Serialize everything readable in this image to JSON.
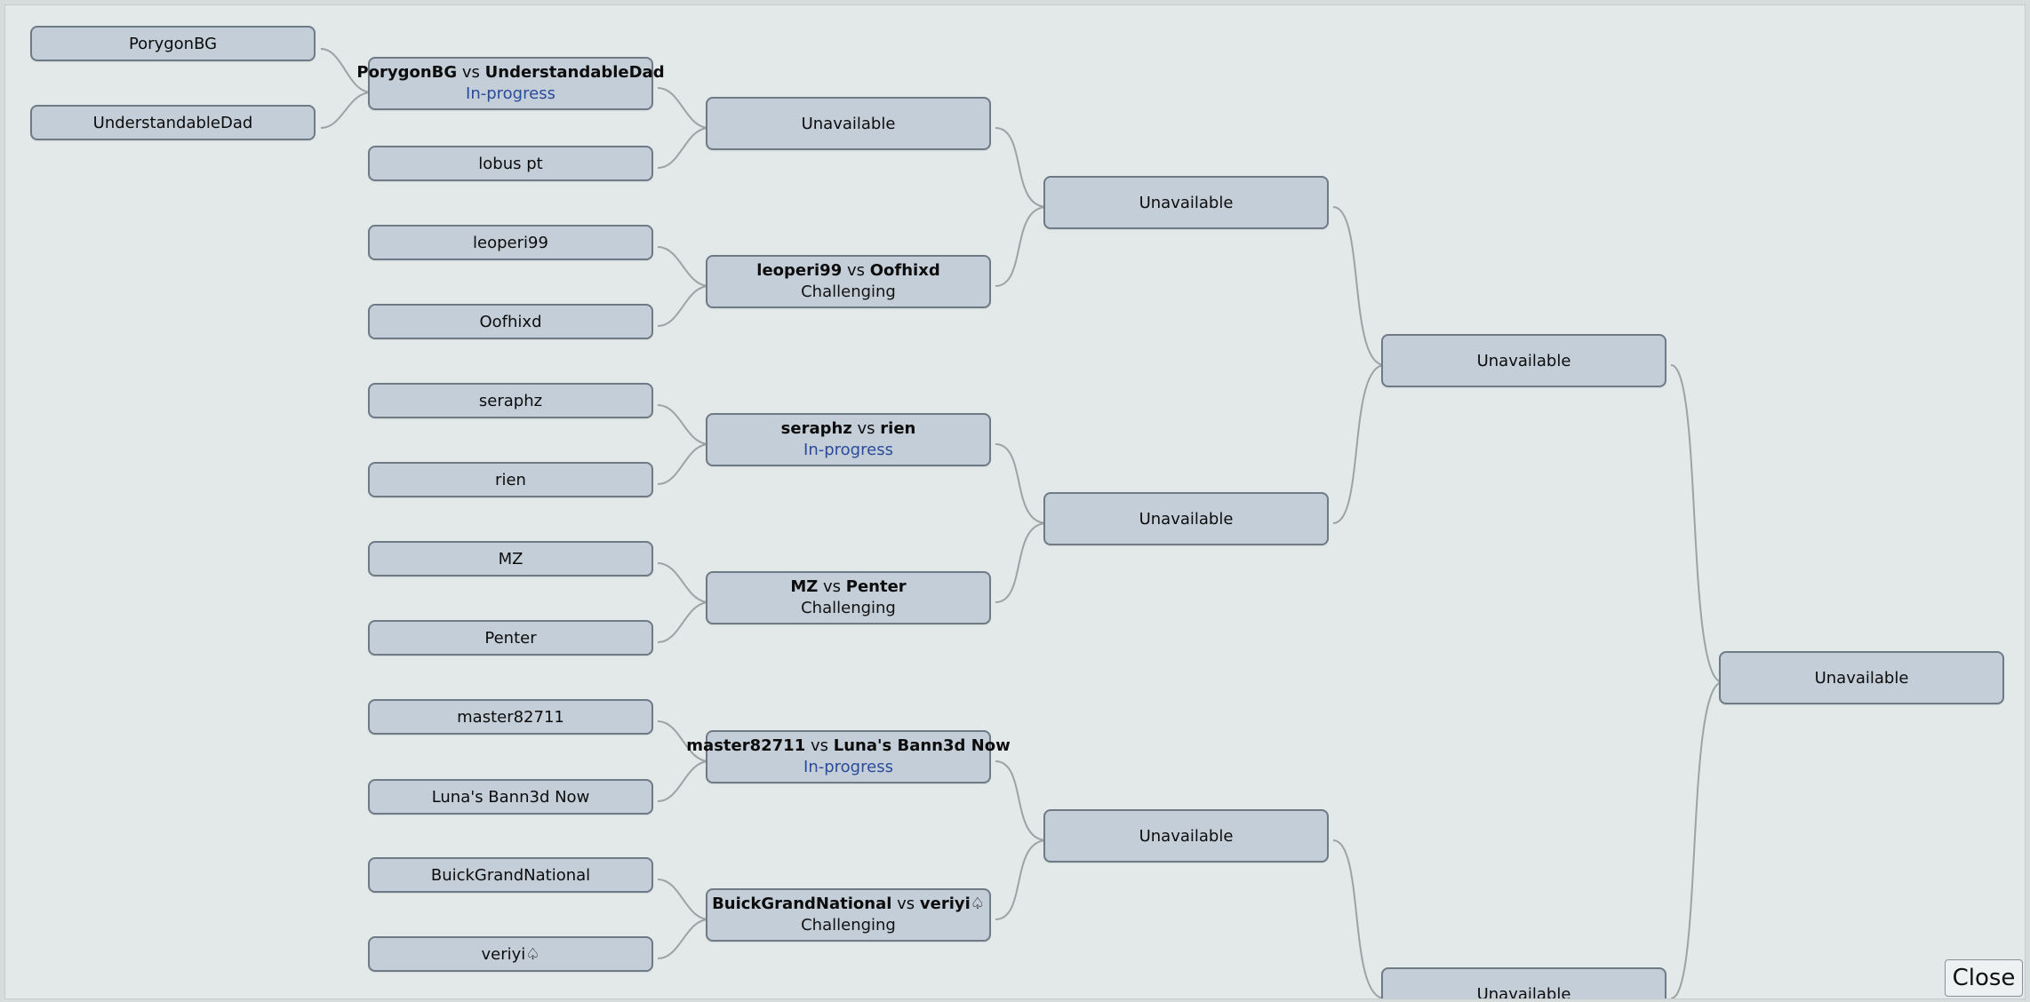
{
  "bracket": {
    "round1": [
      {
        "label": "PorygonBG"
      },
      {
        "label": "UnderstandableDad"
      }
    ],
    "round2": [
      {
        "type": "match",
        "p1": "PorygonBG",
        "vs": "vs",
        "p2": "UnderstandableDad",
        "status": "In-progress",
        "status_kind": "inprogress"
      },
      {
        "type": "player",
        "label": "lobus pt"
      },
      {
        "type": "player",
        "label": "leoperi99"
      },
      {
        "type": "player",
        "label": "Oofhixd"
      },
      {
        "type": "player",
        "label": "seraphz"
      },
      {
        "type": "player",
        "label": "rien"
      },
      {
        "type": "player",
        "label": "MZ"
      },
      {
        "type": "player",
        "label": "Penter"
      },
      {
        "type": "player",
        "label": "master82711"
      },
      {
        "type": "player",
        "label": "Luna's Bann3d Now"
      },
      {
        "type": "player",
        "label": "BuickGrandNational"
      },
      {
        "type": "player",
        "label": "veriyi♤"
      }
    ],
    "round3": [
      {
        "type": "player",
        "label": "Unavailable"
      },
      {
        "type": "match",
        "p1": "leoperi99",
        "vs": "vs",
        "p2": "Oofhixd",
        "status": "Challenging",
        "status_kind": "challenging"
      },
      {
        "type": "match",
        "p1": "seraphz",
        "vs": "vs",
        "p2": "rien",
        "status": "In-progress",
        "status_kind": "inprogress"
      },
      {
        "type": "match",
        "p1": "MZ",
        "vs": "vs",
        "p2": "Penter",
        "status": "Challenging",
        "status_kind": "challenging"
      },
      {
        "type": "match",
        "p1": "master82711",
        "vs": "vs",
        "p2": "Luna's Bann3d Now",
        "status": "In-progress",
        "status_kind": "inprogress"
      },
      {
        "type": "match",
        "p1": "BuickGrandNational",
        "vs": "vs",
        "p2": "veriyi♤",
        "status": "Challenging",
        "status_kind": "challenging"
      }
    ],
    "round4": [
      {
        "label": "Unavailable"
      },
      {
        "label": "Unavailable"
      },
      {
        "label": "Unavailable"
      }
    ],
    "round5": [
      {
        "label": "Unavailable"
      },
      {
        "label": "Unavailable"
      }
    ],
    "round6": [
      {
        "label": "Unavailable"
      }
    ]
  },
  "close_label": "Close"
}
